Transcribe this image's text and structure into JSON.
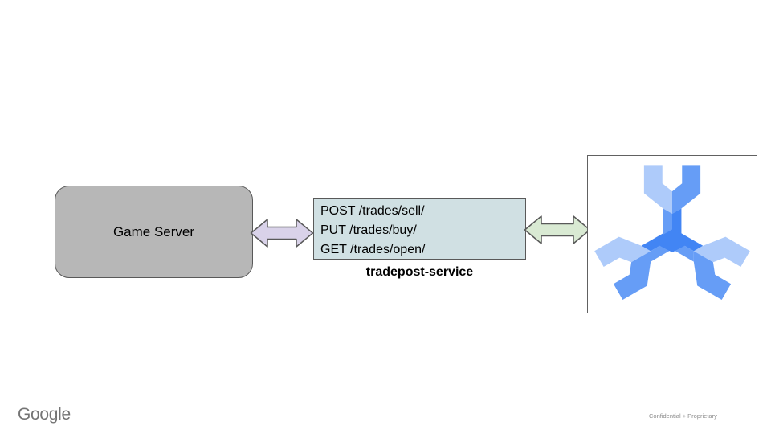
{
  "theme": {
    "gray_fill": "#b7b7b7",
    "cyan_fill": "#d0e0e3",
    "purple_fill": "#d9d2e9",
    "green_fill": "#d9ead3",
    "stroke": "#595959",
    "box_border": "#616161",
    "text": "#000000",
    "brand_gray": "#747474",
    "footer_gray": "#8a8a8a",
    "sp_light": "#aecbfa",
    "sp_medium": "#669df6",
    "sp_dark": "#4285f4"
  },
  "diagram": {
    "game_server": {
      "label": "Game Server"
    },
    "service_box": {
      "lines": [
        "POST /trades/sell/",
        "PUT /trades/buy/",
        "GET /trades/open/"
      ]
    },
    "service_label": "tradepost-service",
    "icons": {
      "left_arrow": "double-headed-arrow",
      "right_arrow": "double-headed-arrow",
      "spanner": "cloud-spanner-logo"
    }
  },
  "footer": {
    "brand": "Google",
    "confidential": "Confidential + Proprietary"
  }
}
